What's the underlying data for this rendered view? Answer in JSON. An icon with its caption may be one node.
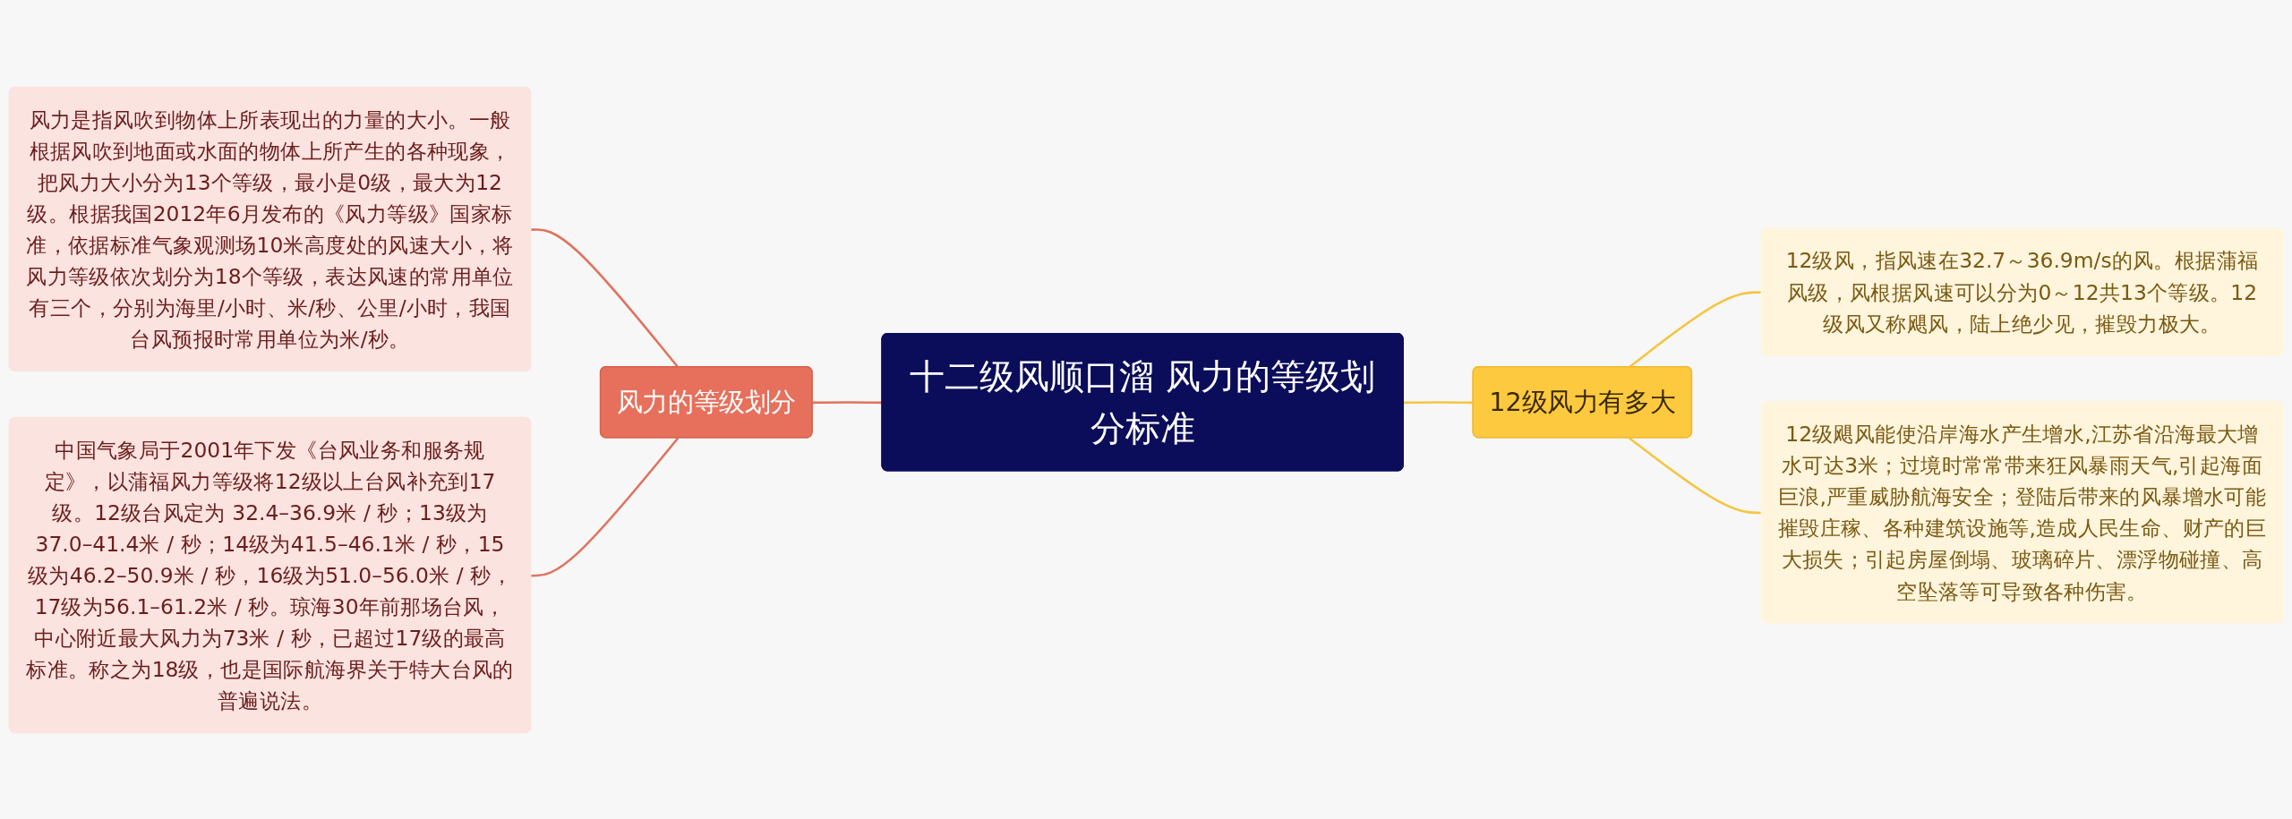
{
  "diagram": {
    "nodes": [
      {
        "text": [
          "十二级风顺口溜 风力的等级划分标准"
        ]
      },
      {
        "text": [
          "风力的等级划分"
        ]
      },
      {
        "text": [
          "风力是指风吹到物体上所表现出的力量的大小。一般根据风吹到地面或水面的物体上所产生的各种现象，把风力大小分为13个等级，最小是0级，最大为12级。根据我国2012年6月发布的《风力等级》国家标准，依据标准气象观测场10米高度处的风速大小，将风力等级依次划分为18个等级，表达风速的常用单位有三个，分别为海里/小时、米/秒、公里/小时，我国台风预报时常用单位为米/秒。"
        ]
      },
      {
        "text": [
          "中国气象局于2001年下发《台风业务和服务规定》，以蒲福风力等级将12级以上台风补充到17级。12级台风定为 32.4–36.9米 / 秒；13级为37.0–41.4米 / 秒；14级为41.5–46.1米 / 秒，15级为46.2–50.9米 / 秒，16级为51.0–56.0米 / 秒，17级为56.1–61.2米 / 秒。琼海30年前那场台风，中心附近最大风力为73米 / 秒，已超过17级的最高标准。称之为18级，也是国际航海界关于特大台风的普遍说法。"
        ]
      },
      {
        "text": [
          "12级风力有多大"
        ]
      },
      {
        "text": [
          "12级风，指风速在32.7～36.9m/s的风。根据蒲福风级，风根据风速可以分为0～12共13个等级。12级风又称飓风，陆上绝少见，摧毁力极大。"
        ]
      },
      {
        "text": [
          "12级飓风能使沿岸海水产生增水,江苏省沿海最大增水可达3米；过境时常常带来狂风暴雨天气,引起海面巨浪,严重威胁航海安全；登陆后带来的风暴增水可能摧毁庄稼、各种建筑设施等,造成人民生命、财产的巨大损失；引起房屋倒塌、玻璃碎片、漂浮物碰撞、高空坠落等可导致各种伤害。"
        ]
      }
    ],
    "edges": [
      {
        "from": 2,
        "to": 1,
        "arrow": "none",
        "color": "#e0735e"
      },
      {
        "from": 3,
        "to": 1,
        "arrow": "none",
        "color": "#e0735e"
      },
      {
        "from": 1,
        "to": 0,
        "arrow": "none",
        "color": "#e0735e"
      },
      {
        "from": 0,
        "to": 4,
        "arrow": "none",
        "color": "#f5c542"
      },
      {
        "from": 4,
        "to": 5,
        "arrow": "none",
        "color": "#f5c542"
      },
      {
        "from": 4,
        "to": 6,
        "arrow": "none",
        "color": "#f5c542"
      }
    ]
  }
}
